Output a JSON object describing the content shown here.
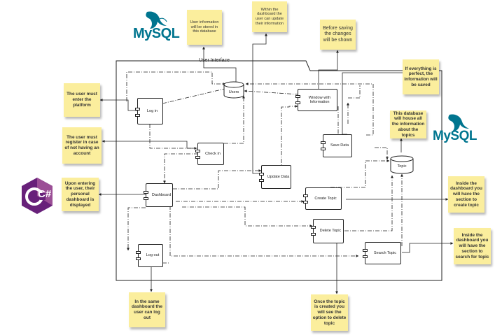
{
  "frame": {
    "title": "User Interface"
  },
  "components": {
    "login": "Log in",
    "checkin": "Check in",
    "dashboard": "Dashboard",
    "logout": "Log out",
    "update_data": "Update Data",
    "window_info": "Window with Information",
    "save_data": "Save Data",
    "create_topic": "Create Topic",
    "delete_topic": "Delete Topic",
    "search_topic": "Search Topic"
  },
  "databases": {
    "users": "Users",
    "topic": "Topic"
  },
  "logos": {
    "mysql_text": "MySQL",
    "csharp_text": "C#",
    "mysql_color": "#00758f",
    "mysql_accent": "#f29111",
    "csharp_color": "#68217a"
  },
  "notes": {
    "users_storage": "User information will be stored in this database",
    "update_info": "Within the dashboard the user can update their information",
    "before_saving": "Before saving the changes will be shown",
    "perfect_saved": "If everything is perfect, the information will be saved",
    "topics_db": "This database will house all the information about the topics",
    "enter_platform": "The user must enter the platform",
    "register": "The user must register in case of not having an account",
    "personal_dashboard": "Upon entering the user, their personal dashboard is displayed",
    "create_topic": "Inside the dashboard you will have the section to create topic",
    "search_topic": "Inside the dashboard you will have the section to search for topic",
    "logout": "In the same dashboard the user can log out",
    "delete_topic": "Once the topic is created you will see the option to delete topic"
  },
  "colors": {
    "note": "#fbee9d",
    "line": "#222222"
  }
}
